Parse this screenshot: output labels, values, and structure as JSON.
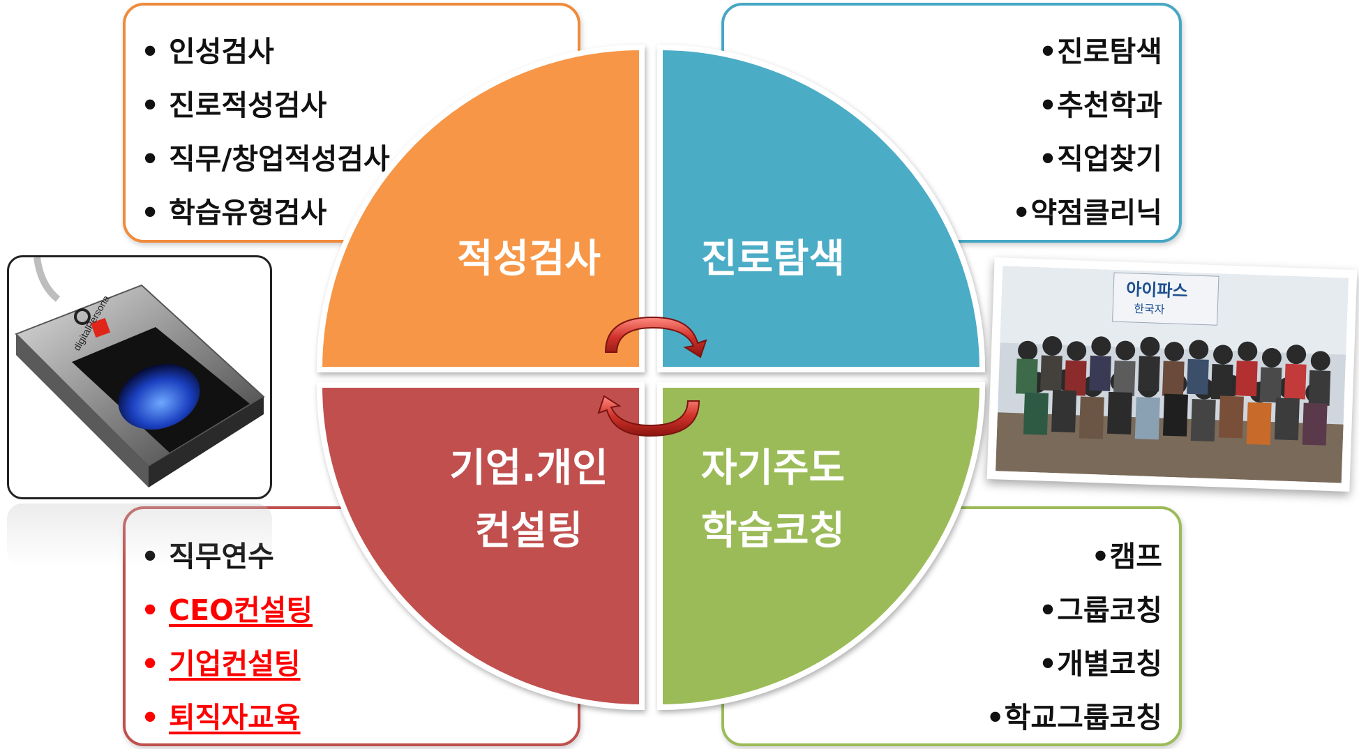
{
  "quadrants": {
    "top_left": {
      "title": "적성검사",
      "color": "#f79646"
    },
    "top_right": {
      "title": "진로탐색",
      "color": "#4bacc6"
    },
    "bottom_left": {
      "title_line1": "기업.개인",
      "title_line2": "컨설팅",
      "color": "#c0504d"
    },
    "bottom_right": {
      "title_line1": "자기주도",
      "title_line2": "학습코칭",
      "color": "#9bbb59"
    }
  },
  "boxes": {
    "top_left": {
      "items": [
        "인성검사",
        "진로적성검사",
        "직무/창업적성검사",
        "학습유형검사"
      ]
    },
    "top_right": {
      "items": [
        "진로탐색",
        "추천학과",
        "직업찾기",
        "약점클리닉"
      ]
    },
    "bottom_left": {
      "items": [
        {
          "text": "직무연수",
          "highlight": false
        },
        {
          "text": "CEO컨설팅",
          "highlight": true
        },
        {
          "text": "기업컨설팅",
          "highlight": true
        },
        {
          "text": "퇴직자교육",
          "highlight": true
        }
      ]
    },
    "bottom_right": {
      "items": [
        "캠프",
        "그룹코칭",
        "개별코칭",
        "학교그룹코칭"
      ]
    }
  },
  "bullet": "•",
  "images": {
    "left": {
      "brand": "digitalPersona",
      "depicts": "fingerprint-reader"
    },
    "right": {
      "banner": "아이파스",
      "banner_sub": "한국자",
      "depicts": "group-photo"
    }
  }
}
